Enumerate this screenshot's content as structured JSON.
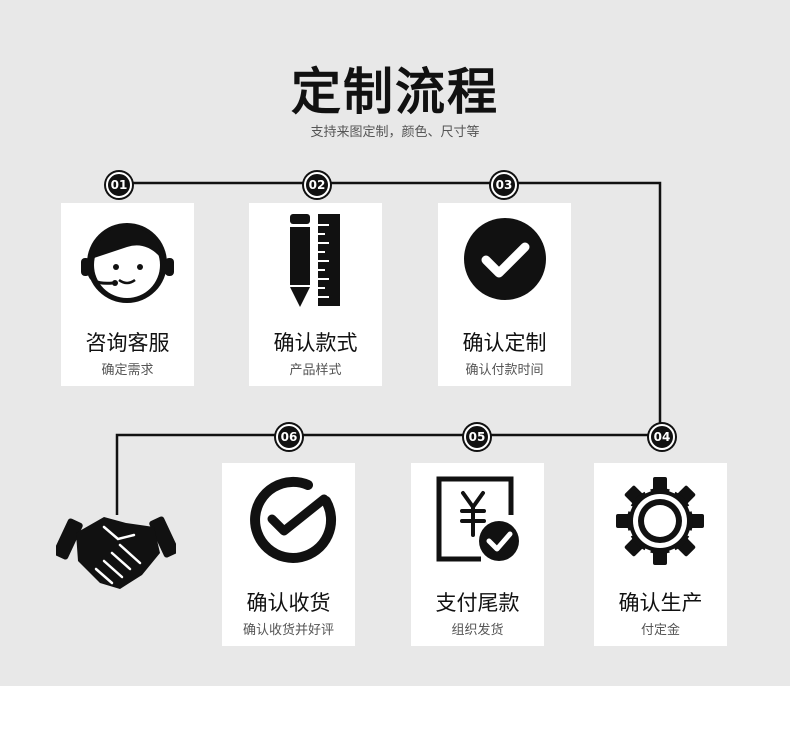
{
  "header": {
    "title": "定制流程",
    "subtitle": "支持来图定制，颜色、尺寸等"
  },
  "steps": [
    {
      "num": "01",
      "name": "咨询客服",
      "desc": "确定需求",
      "icon": "customer-service-icon"
    },
    {
      "num": "02",
      "name": "确认款式",
      "desc": "产品样式",
      "icon": "pencil-ruler-icon"
    },
    {
      "num": "03",
      "name": "确认定制",
      "desc": "确认付款时间",
      "icon": "checkmark-icon"
    },
    {
      "num": "04",
      "name": "确认生产",
      "desc": "付定金",
      "icon": "gear-icon"
    },
    {
      "num": "05",
      "name": "支付尾款",
      "desc": "组织发货",
      "icon": "yuan-payment-icon"
    },
    {
      "num": "06",
      "name": "确认收货",
      "desc": "确认收货并好评",
      "icon": "clock-check-icon"
    }
  ],
  "end_icon": "handshake-icon",
  "colors": {
    "panel": "#e8e8e8",
    "ink": "#111111",
    "card": "#ffffff"
  }
}
